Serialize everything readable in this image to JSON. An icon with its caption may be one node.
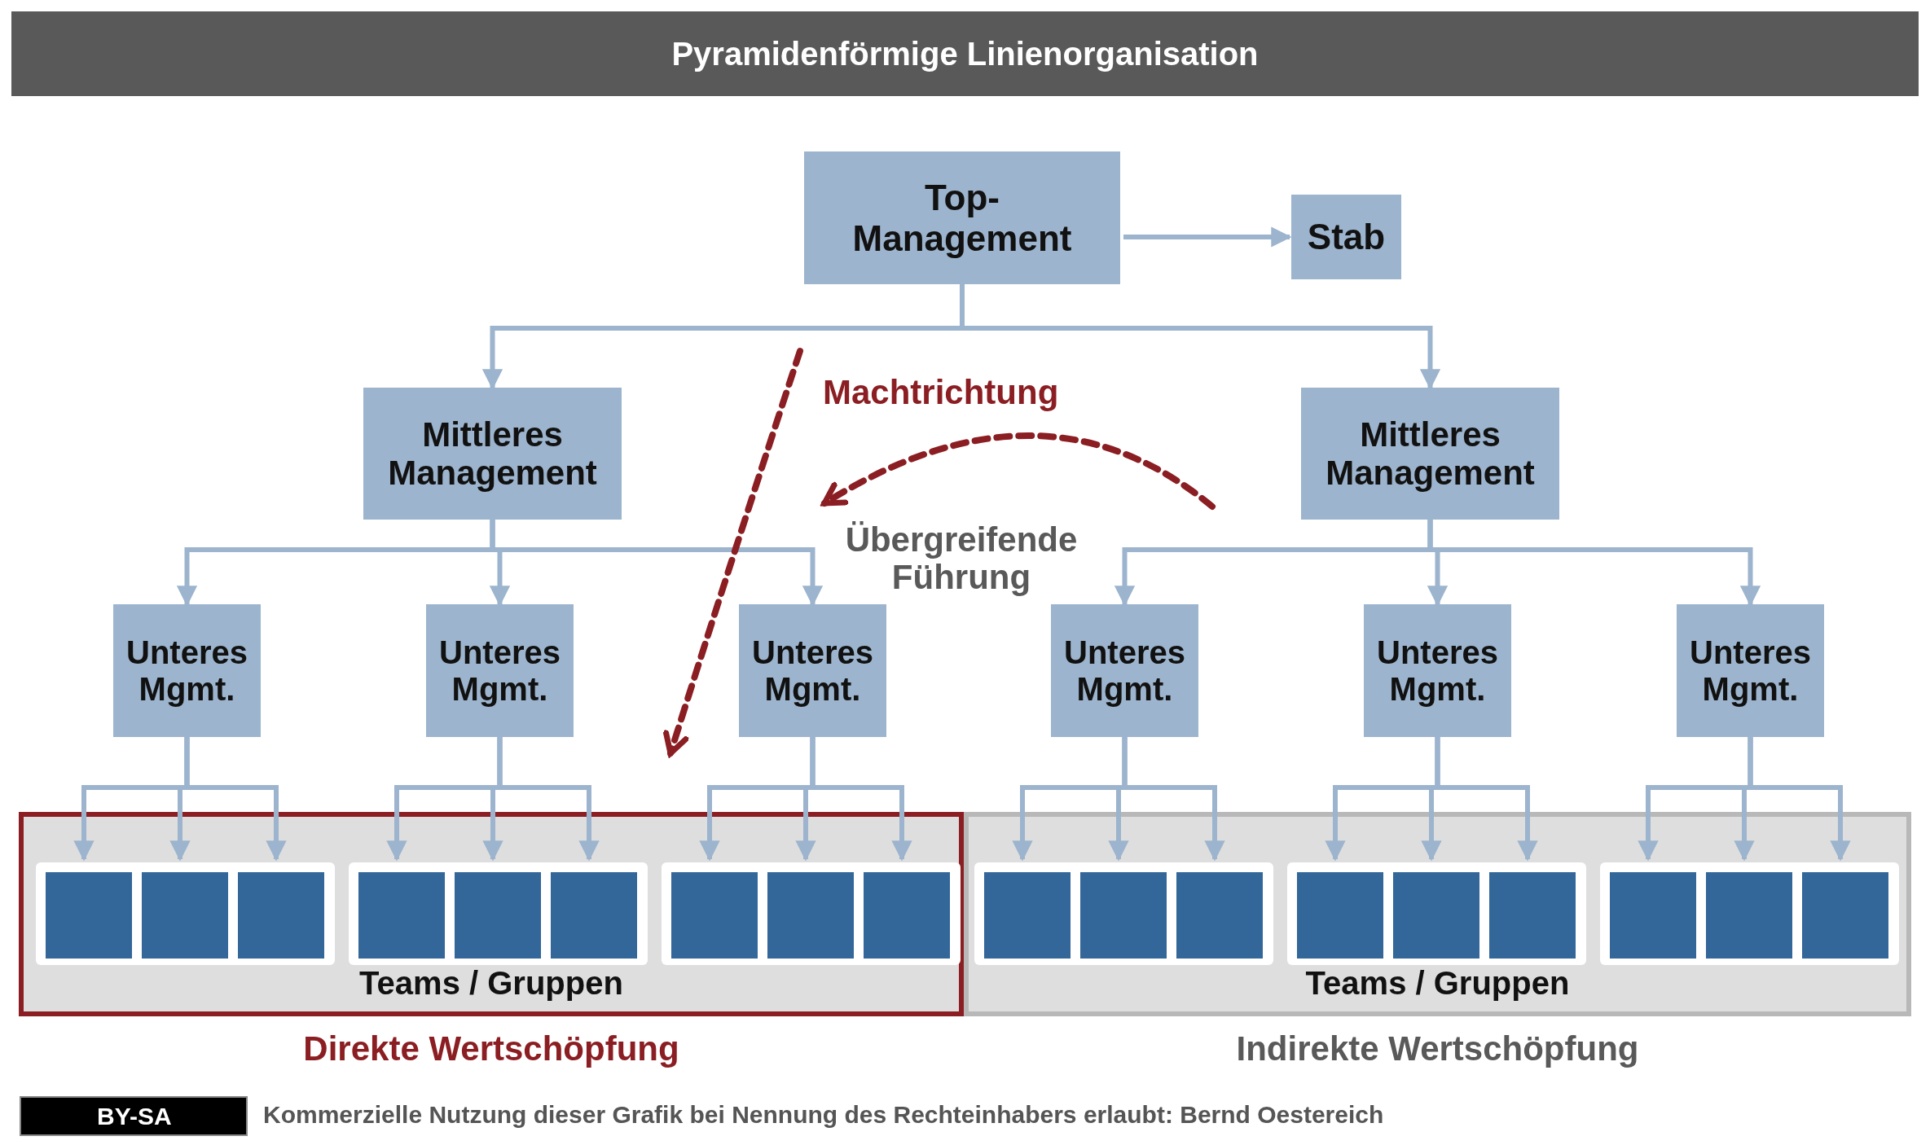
{
  "diagram": {
    "title": "Pyramidenförmige Linienorganisation",
    "nodes": [
      {
        "text": [
          "Top- Management"
        ]
      },
      {
        "text": [
          "Stab"
        ]
      },
      {
        "text": [
          "Mittleres Management"
        ]
      },
      {
        "text": [
          "Mittleres Management"
        ]
      },
      {
        "text": [
          "Unteres Mgmt."
        ]
      },
      {
        "text": [
          "Unteres Mgmt."
        ]
      },
      {
        "text": [
          "Unteres Mgmt."
        ]
      },
      {
        "text": [
          "Unteres Mgmt."
        ]
      },
      {
        "text": [
          "Unteres Mgmt."
        ]
      },
      {
        "text": [
          "Unteres Mgmt."
        ]
      },
      {
        "text": [
          "Teams / Gruppen"
        ],
        "beside": [
          "Direkte Wertschöpfung"
        ]
      },
      {
        "text": [
          "Teams / Gruppen"
        ],
        "beside": [
          "Indirekte Wertschöpfung"
        ]
      },
      {
        "text": [],
        "shape": "box",
        "in": 10
      },
      {
        "text": [],
        "shape": "box",
        "in": 10
      },
      {
        "text": [],
        "shape": "box",
        "in": 10
      },
      {
        "text": [],
        "shape": "box",
        "in": 10
      },
      {
        "text": [],
        "shape": "box",
        "in": 10
      },
      {
        "text": [],
        "shape": "box",
        "in": 10
      },
      {
        "text": [],
        "shape": "box",
        "in": 10
      },
      {
        "text": [],
        "shape": "box",
        "in": 10
      },
      {
        "text": [],
        "shape": "box",
        "in": 10
      },
      {
        "text": [],
        "shape": "box",
        "in": 11
      },
      {
        "text": [],
        "shape": "box",
        "in": 11
      },
      {
        "text": [],
        "shape": "box",
        "in": 11
      },
      {
        "text": [],
        "shape": "box",
        "in": 11
      },
      {
        "text": [],
        "shape": "box",
        "in": 11
      },
      {
        "text": [],
        "shape": "box",
        "in": 11
      },
      {
        "text": [],
        "shape": "box",
        "in": 11
      },
      {
        "text": [],
        "shape": "box",
        "in": 11
      },
      {
        "text": [],
        "shape": "box",
        "in": 11
      }
    ],
    "edges": [
      {
        "from": 0,
        "to": 1,
        "arrow": "to"
      },
      {
        "from": 0,
        "to": 2,
        "arrow": "to"
      },
      {
        "from": 0,
        "to": 3,
        "arrow": "to"
      },
      {
        "from": 2,
        "to": 4,
        "arrow": "to"
      },
      {
        "from": 2,
        "to": 5,
        "arrow": "to"
      },
      {
        "from": 2,
        "to": 6,
        "arrow": "to"
      },
      {
        "from": 3,
        "to": 7,
        "arrow": "to"
      },
      {
        "from": 3,
        "to": 8,
        "arrow": "to"
      },
      {
        "from": 3,
        "to": 9,
        "arrow": "to"
      },
      {
        "from": 4,
        "to": 12,
        "arrow": "to"
      },
      {
        "from": 4,
        "to": 13,
        "arrow": "to"
      },
      {
        "from": 4,
        "to": 14,
        "arrow": "to"
      },
      {
        "from": 5,
        "to": 15,
        "arrow": "to"
      },
      {
        "from": 5,
        "to": 16,
        "arrow": "to"
      },
      {
        "from": 5,
        "to": 17,
        "arrow": "to"
      },
      {
        "from": 6,
        "to": 18,
        "arrow": "to"
      },
      {
        "from": 6,
        "to": 19,
        "arrow": "to"
      },
      {
        "from": 6,
        "to": 20,
        "arrow": "to"
      },
      {
        "from": 7,
        "to": 21,
        "arrow": "to"
      },
      {
        "from": 7,
        "to": 22,
        "arrow": "to"
      },
      {
        "from": 7,
        "to": 23,
        "arrow": "to"
      },
      {
        "from": 8,
        "to": 24,
        "arrow": "to"
      },
      {
        "from": 8,
        "to": 25,
        "arrow": "to"
      },
      {
        "from": 8,
        "to": 26,
        "arrow": "to"
      },
      {
        "from": 9,
        "to": 27,
        "arrow": "to"
      },
      {
        "from": 9,
        "to": 28,
        "arrow": "to"
      },
      {
        "from": 9,
        "to": 29,
        "arrow": "to"
      }
    ],
    "labels": [
      "Machtrichtung",
      "Übergreifende Führung",
      "BY-SA",
      "Kommerzielle Nutzung dieser Grafik bei Nennung des Rechteinhabers erlaubt: Bernd Oestereich"
    ]
  }
}
